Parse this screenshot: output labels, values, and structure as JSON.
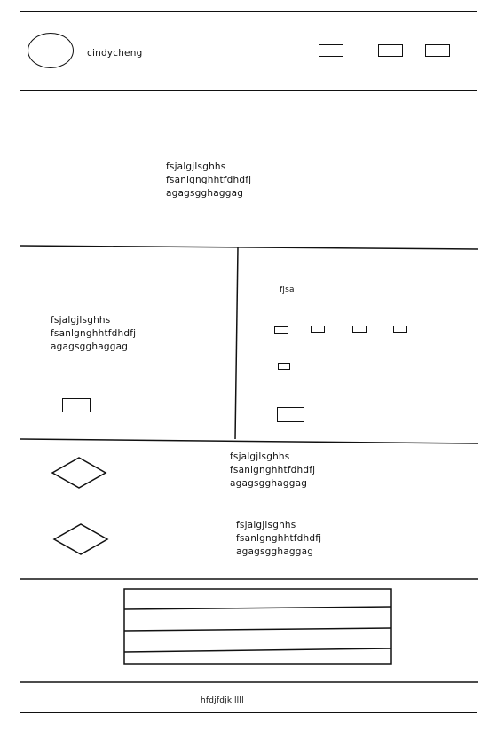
{
  "header": {
    "username": "cindycheng"
  },
  "hero": {
    "lines": [
      "fsjalgjlsghhs",
      "fsanlgnghhtfdhdfj",
      "agagsgghaggag"
    ]
  },
  "left_panel": {
    "lines": [
      "fsjalgjlsghhs",
      "fsanlgnghhtfdhdfj",
      "agagsgghaggag"
    ]
  },
  "right_panel": {
    "title": "fjsa"
  },
  "features": {
    "items": [
      {
        "lines": [
          "fsjalgjlsghhs",
          "fsanlgnghhtfdhdfj",
          "agagsgghaggag"
        ]
      },
      {
        "lines": [
          "fsjalgjlsghhs",
          "fsanlgnghhtfdhdfj",
          "agagsgghaggag"
        ]
      }
    ]
  },
  "footer": {
    "text": "hfdjfdjklllll"
  }
}
